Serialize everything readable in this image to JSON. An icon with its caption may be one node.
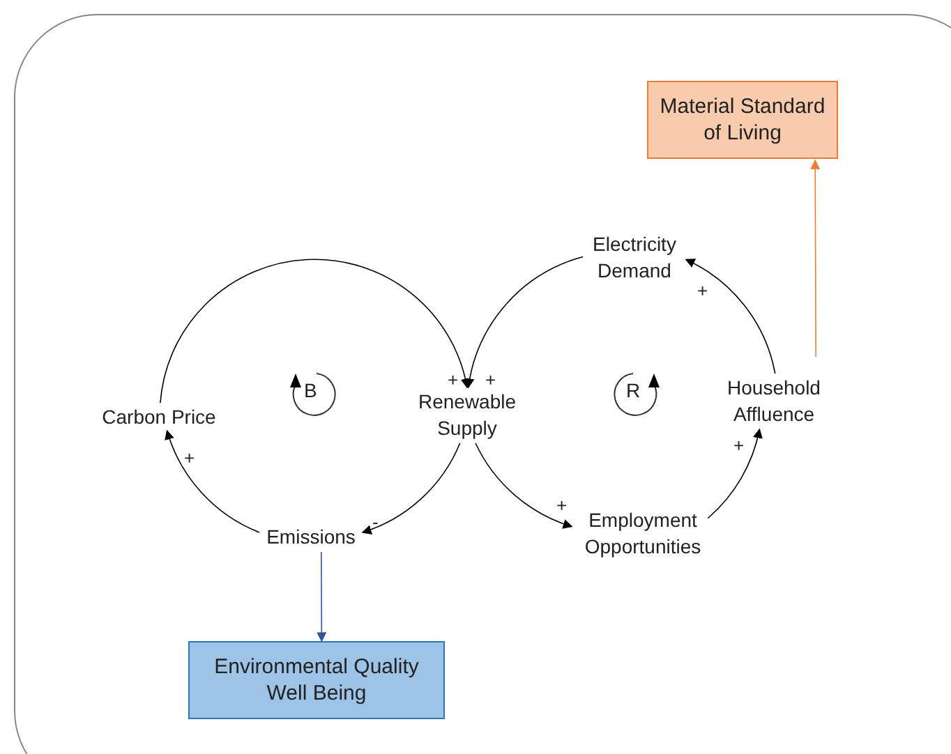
{
  "diagram": {
    "nodes": [
      {
        "text": [
          "Carbon Price"
        ]
      },
      {
        "text": [
          "Renewable Supply"
        ]
      },
      {
        "text": [
          "Emissions"
        ]
      },
      {
        "text": [
          "Electricity Demand"
        ]
      },
      {
        "text": [
          "Household Affluence"
        ]
      },
      {
        "text": [
          "Employment Opportunities"
        ]
      },
      {
        "text": [
          "Material Standard of Living"
        ]
      },
      {
        "text": [
          "Environmental Quality Well Being"
        ]
      }
    ],
    "edges": [
      {
        "from": 0,
        "to": 1,
        "arrow": "to",
        "label": "+"
      },
      {
        "from": 1,
        "to": 2,
        "arrow": "to",
        "label": "-"
      },
      {
        "from": 2,
        "to": 0,
        "arrow": "to",
        "label": "+"
      },
      {
        "from": 1,
        "to": 5,
        "arrow": "to",
        "label": "+"
      },
      {
        "from": 5,
        "to": 4,
        "arrow": "to",
        "label": "+"
      },
      {
        "from": 4,
        "to": 3,
        "arrow": "to",
        "label": "+"
      },
      {
        "from": 3,
        "to": 1,
        "arrow": "to",
        "label": "+"
      },
      {
        "from": 4,
        "to": 6,
        "arrow": "to",
        "color": "#ed7d31"
      },
      {
        "from": 2,
        "to": 7,
        "arrow": "to",
        "color": "#2f5597"
      }
    ],
    "labels": [
      "B",
      "R"
    ]
  }
}
